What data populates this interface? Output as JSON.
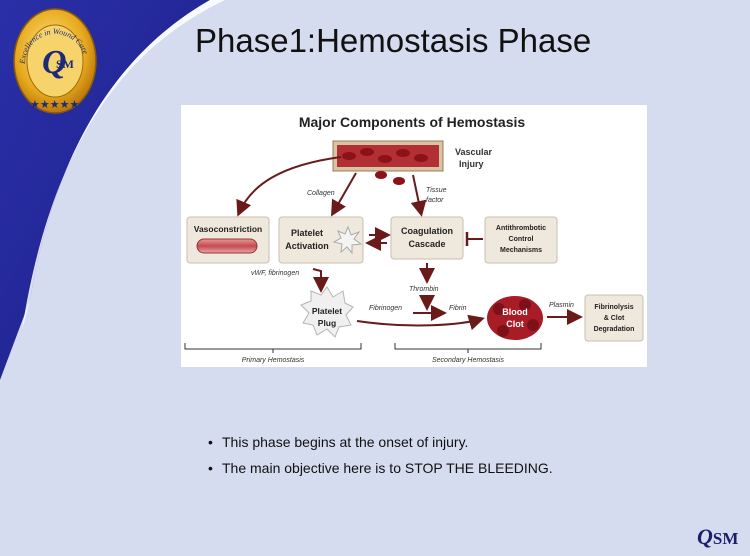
{
  "slide": {
    "title": "Phase1:Hemostasis Phase",
    "bullets": [
      "This phase begins at the onset of injury.",
      "The main objective here is to STOP THE BLEEDING."
    ],
    "footer_logo": {
      "q": "Q",
      "sm": "SM"
    }
  },
  "badge": {
    "ring_text": "Excellence in Wound Care",
    "q": "Q",
    "sm": "SM",
    "stars": "★★★★★"
  },
  "diagram": {
    "title": "Major Components of Hemostasis",
    "nodes": {
      "vascular_injury": [
        "Vascular",
        "Injury"
      ],
      "vasoconstriction": "Vasoconstriction",
      "platelet_activation": [
        "Platelet",
        "Activation"
      ],
      "coagulation_cascade": [
        "Coagulation",
        "Cascade"
      ],
      "antithrombotic": [
        "Antithrombotic",
        "Control",
        "Mechanisms"
      ],
      "platelet_plug": [
        "Platelet",
        "Plug"
      ],
      "blood_clot": [
        "Blood",
        "Clot"
      ],
      "fibrinolysis": [
        "Fibrinolysis",
        "& Clot",
        "Degradation"
      ]
    },
    "labels": {
      "collagen": "Collagen",
      "tissue_factor": [
        "Tissue",
        "factor"
      ],
      "vwf": "vWF, fibrinogen",
      "thrombin": "Thrombin",
      "fibrinogen": "Fibrinogen",
      "fibrin": "Fibrin",
      "plasmin": "Plasmin"
    },
    "brackets": {
      "primary": "Primary Hemostasis",
      "secondary": "Secondary Hemostasis"
    },
    "colors": {
      "arrow": "#6b1a1a",
      "box": "#efe8dc",
      "blood": "#a81c26",
      "vessel": "#c44a4e"
    }
  }
}
